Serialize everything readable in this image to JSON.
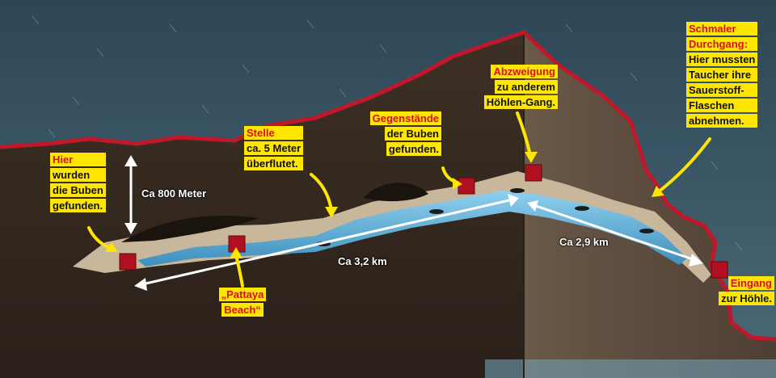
{
  "colors": {
    "water_surface": "#3f5e6c",
    "cave_red_outline": "#c0182a",
    "rock_dark": "#3a2d22",
    "rock_light": "#5c4a3c",
    "callout_yellow": "#ffe600",
    "marker_red": "#b01020",
    "cave_water": "#5fa9cf"
  },
  "callouts": [
    {
      "id": "hier",
      "lines": [
        {
          "text": "Hier",
          "red": true
        },
        {
          "text": "wurden"
        },
        {
          "text": "die Buben"
        },
        {
          "text": "gefunden."
        }
      ]
    },
    {
      "id": "stelle",
      "lines": [
        {
          "text": "Stelle",
          "red": true
        },
        {
          "text": "ca. 5 Meter"
        },
        {
          "text": "überflutet."
        }
      ]
    },
    {
      "id": "gegenstaende",
      "lines": [
        {
          "text": "Gegenstände",
          "red": true
        },
        {
          "text": "der Buben"
        },
        {
          "text": "gefunden."
        }
      ]
    },
    {
      "id": "abzweigung",
      "lines": [
        {
          "text": "Abzweigung",
          "red": true
        },
        {
          "text": "zu anderem"
        },
        {
          "text": "Höhlen-Gang."
        }
      ]
    },
    {
      "id": "schmaler",
      "lines": [
        {
          "text": "Schmaler",
          "red": true
        },
        {
          "text": "Durchgang:",
          "red": true
        },
        {
          "text": "Hier mussten"
        },
        {
          "text": "Taucher ihre"
        },
        {
          "text": "Sauerstoff-"
        },
        {
          "text": "Flaschen"
        },
        {
          "text": "abnehmen."
        }
      ]
    },
    {
      "id": "pattaya",
      "lines": [
        {
          "text": "„Pattaya",
          "red": true
        },
        {
          "text": "Beach“",
          "red": true
        }
      ]
    },
    {
      "id": "eingang",
      "lines": [
        {
          "text": "Eingang",
          "red": true
        },
        {
          "text": "zur Höhle."
        }
      ]
    }
  ],
  "measurements": {
    "depth": "Ca 800 Meter",
    "distance_main": "Ca 3,2 km",
    "distance_entrance": "Ca 2,9 km"
  }
}
